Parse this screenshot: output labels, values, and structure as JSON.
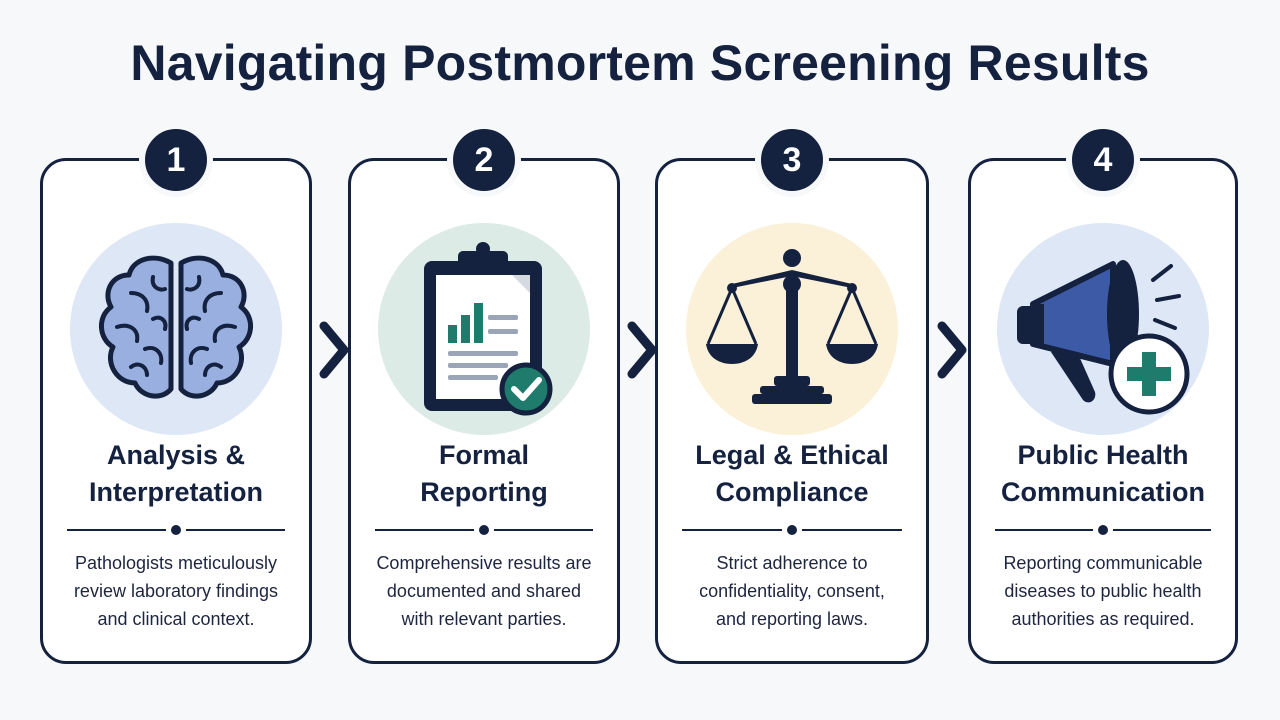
{
  "title": "Navigating Postmortem Screening Results",
  "colors": {
    "navy": "#14213f",
    "blue_circle": "#dde7f6",
    "green_circle": "#dcebe5",
    "yellow_circle": "#fbf0d8",
    "teal": "#1f7c6c",
    "brain_fill": "#98afe0",
    "megaphone_blue": "#3c5aa6"
  },
  "steps": [
    {
      "number": "1",
      "icon": "brain-icon",
      "title_line1": "Analysis &",
      "title_line2": "Interpretation",
      "desc_line1": "Pathologists meticulously",
      "desc_line2": "review laboratory findings",
      "desc_line3": "and clinical context."
    },
    {
      "number": "2",
      "icon": "clipboard-report-icon",
      "title_line1": "Formal",
      "title_line2": "Reporting",
      "desc_line1": "Comprehensive results are",
      "desc_line2": "documented and shared",
      "desc_line3": "with relevant parties."
    },
    {
      "number": "3",
      "icon": "scales-of-justice-icon",
      "title_line1": "Legal & Ethical",
      "title_line2": "Compliance",
      "desc_line1": "Strict adherence to",
      "desc_line2": "confidentiality, consent,",
      "desc_line3": "and reporting laws."
    },
    {
      "number": "4",
      "icon": "megaphone-medical-icon",
      "title_line1": "Public Health",
      "title_line2": "Communication",
      "desc_line1": "Reporting communicable",
      "desc_line2": "diseases to public health",
      "desc_line3": "authorities as required."
    }
  ]
}
